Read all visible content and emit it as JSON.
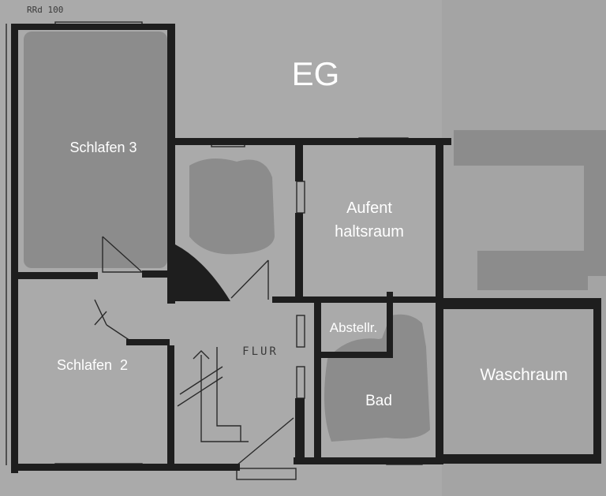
{
  "drawing": {
    "scale_note": "RRd 100",
    "floor_title": "EG"
  },
  "rooms": {
    "schlafen3": "Schlafen 3",
    "schlafen2": "Schlafen  2",
    "aufenthaltsraum_line1": "Aufent",
    "aufenthaltsraum_line2": "haltsraum",
    "abstellraum": "Abstellr.",
    "bad": "Bad",
    "waschraum": "Waschraum",
    "flur": "FLUR"
  },
  "colors": {
    "paper": "#a9a9a9",
    "room_fill": "#8e8e8e",
    "wall": "#1f1f1f",
    "label": "#ffffff"
  }
}
